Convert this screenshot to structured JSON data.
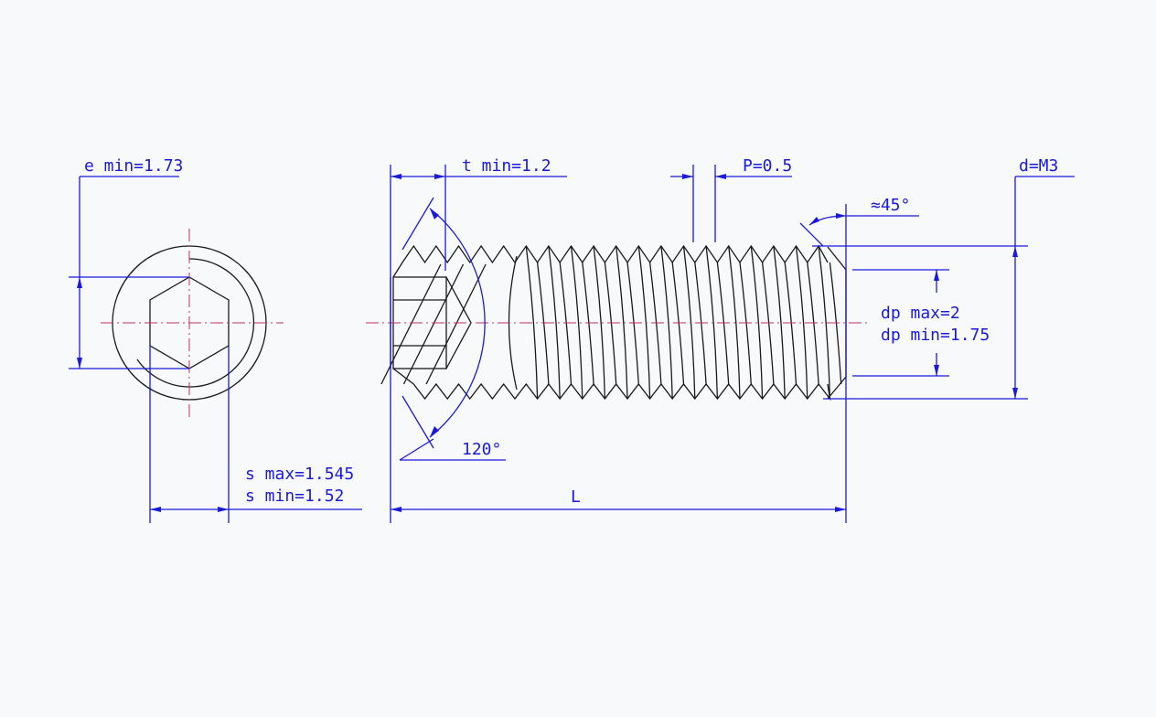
{
  "labels": {
    "e_min": "e min=1.73",
    "t_min": "t min=1.2",
    "pitch": "P=0.5",
    "d": "d=M3",
    "chamfer_angle": "≈45°",
    "dp_max": "dp max=2",
    "dp_min": "dp min=1.75",
    "cone_angle": "120°",
    "s_max": "s max=1.545",
    "s_min": "s min=1.52",
    "length": "L"
  },
  "colors": {
    "dimension": "#1a1adb",
    "object": "#1a1a1a",
    "centerline": "#c0306a"
  }
}
